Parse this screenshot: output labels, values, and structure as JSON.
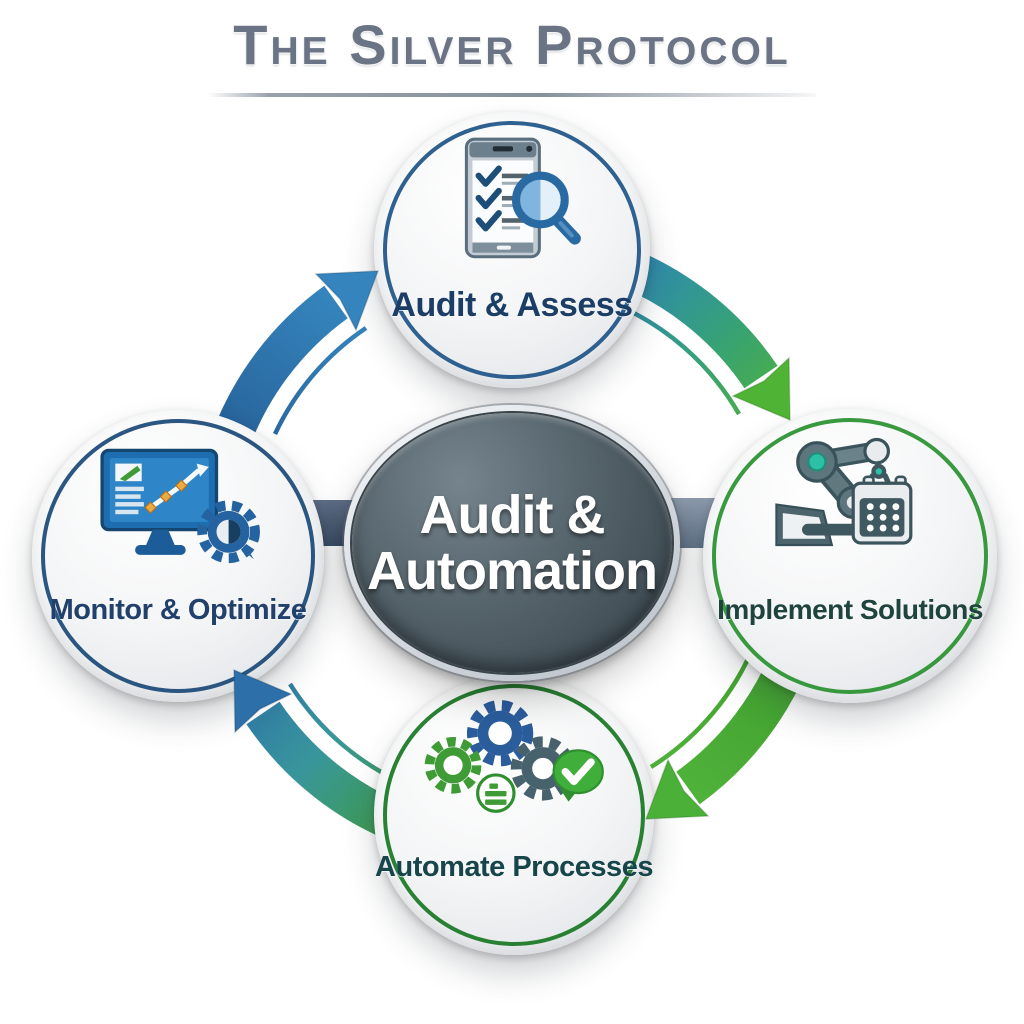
{
  "title": "The Silver Protocol",
  "center": {
    "line1": "Audit &",
    "line2": "Automation"
  },
  "nodes": [
    {
      "id": "audit-assess",
      "position": "top",
      "label": "Audit & Assess",
      "icon": "checklist-magnifier-icon",
      "ring_color": "#24598a",
      "label_color": "#1c3e66"
    },
    {
      "id": "implement-solutions",
      "position": "right",
      "label": "Implement Solutions",
      "icon": "robot-arm-calendar-icon",
      "ring_color": "#2e9434",
      "label_color": "#1f443d"
    },
    {
      "id": "automate-processes",
      "position": "bottom",
      "label": "Automate Processes",
      "icon": "gears-check-icon",
      "ring_color": "#1e7a28",
      "label_color": "#16454a"
    },
    {
      "id": "monitor-optimize",
      "position": "left",
      "label": "Monitor & Optimize",
      "icon": "monitor-chart-gear-icon",
      "ring_color": "#1f4d7a",
      "label_color": "#21406b"
    }
  ],
  "flow": {
    "direction": "clockwise",
    "arrows": [
      {
        "from": "Monitor & Optimize",
        "to": "Audit & Assess",
        "color": "blue"
      },
      {
        "from": "Audit & Assess",
        "to": "Implement Solutions",
        "color": "blue-to-green gradient"
      },
      {
        "from": "Implement Solutions",
        "to": "Automate Processes",
        "color": "green"
      },
      {
        "from": "Automate Processes",
        "to": "Monitor & Optimize",
        "color": "green-to-blue gradient"
      }
    ]
  },
  "colors": {
    "background": "#ffffff",
    "title_text": "#6a7484",
    "arrow_blue": "#2d6fa9",
    "arrow_green": "#4fb335",
    "center_oval_fill": "#4b5960",
    "center_text": "#ffffff",
    "connector_slate": "#687a8e"
  }
}
